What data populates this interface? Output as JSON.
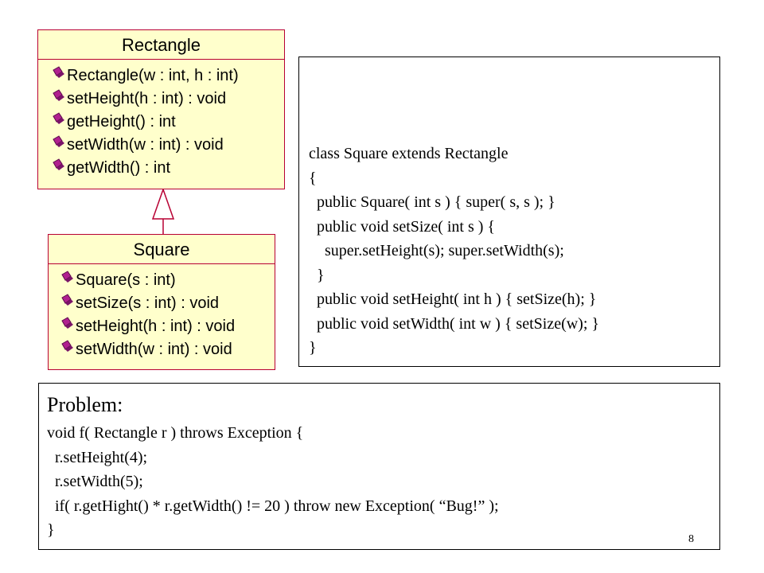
{
  "rectangle_class": {
    "name": "Rectangle",
    "operations": [
      "Rectangle(w : int, h : int)",
      "setHeight(h : int) : void",
      "getHeight() : int",
      "setWidth(w : int) : void",
      "getWidth() : int"
    ]
  },
  "square_class": {
    "name": "Square",
    "operations": [
      "Square(s : int)",
      "setSize(s : int) : void",
      "setHeight(h : int) : void",
      "setWidth(w : int) : void"
    ]
  },
  "code": {
    "lines": [
      "class Square extends Rectangle",
      "{",
      "  public Square( int s ) { super( s, s ); }",
      "  public void setSize( int s ) {",
      "    super.setHeight(s); super.setWidth(s);",
      "  }",
      "  public void setHeight( int h ) { setSize(h); }",
      "  public void setWidth( int w ) { setSize(w); }",
      "}"
    ]
  },
  "problem": {
    "title": "Problem:",
    "lines": [
      "void f( Rectangle r ) throws Exception {",
      "  r.setHeight(4);",
      "  r.setWidth(5);",
      "  if( r.getHight() * r.getWidth() != 20 ) throw new Exception( “Bug!” );",
      "}"
    ]
  },
  "slide_number": "8",
  "colors": {
    "class_fill": "#ffffcc",
    "class_border": "#b80033",
    "operation_icon": "#b0208f"
  },
  "icons": {
    "operation": "operation-icon"
  }
}
